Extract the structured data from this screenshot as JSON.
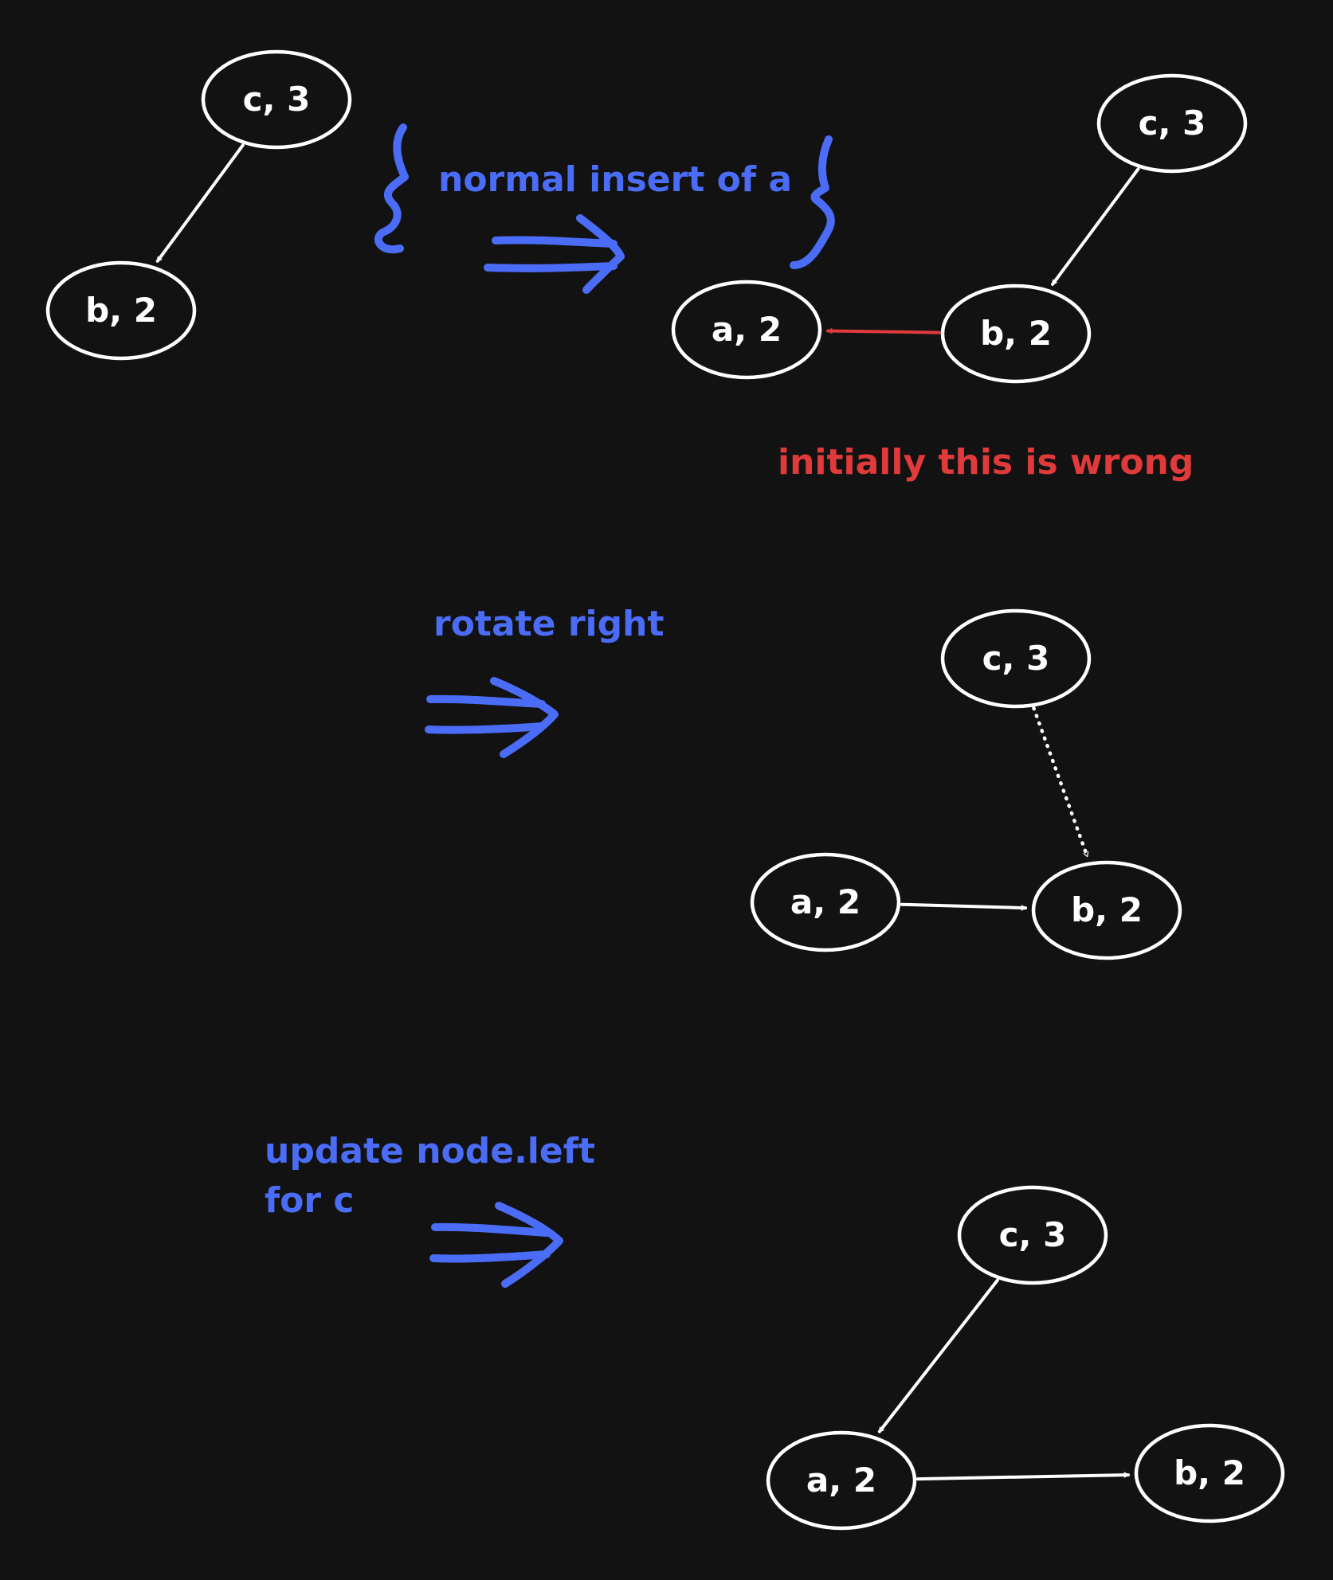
{
  "colors": {
    "background": "#121212",
    "node": "#ffffff",
    "annotation": "#4a6cf7",
    "warning": "#e03a3a"
  },
  "nodes": [
    {
      "id": "s1-c",
      "label": "c, 3"
    },
    {
      "id": "s1-b",
      "label": "b, 2"
    },
    {
      "id": "s2-c",
      "label": "c, 3"
    },
    {
      "id": "s2-a",
      "label": "a, 2"
    },
    {
      "id": "s2-b",
      "label": "b, 2"
    },
    {
      "id": "s3-c",
      "label": "c, 3"
    },
    {
      "id": "s3-a",
      "label": "a, 2"
    },
    {
      "id": "s3-b",
      "label": "b, 2"
    },
    {
      "id": "s4-c",
      "label": "c, 3"
    },
    {
      "id": "s4-a",
      "label": "a, 2"
    },
    {
      "id": "s4-b",
      "label": "b, 2"
    }
  ],
  "edges": [
    {
      "from": "s1-c",
      "to": "s1-b",
      "style": "solid",
      "color": "node"
    },
    {
      "from": "s2-c",
      "to": "s2-b",
      "style": "solid",
      "color": "node"
    },
    {
      "from": "s2-b",
      "to": "s2-a",
      "style": "solid",
      "color": "warning"
    },
    {
      "from": "s3-c",
      "to": "s3-b",
      "style": "dotted",
      "color": "node"
    },
    {
      "from": "s3-a",
      "to": "s3-b",
      "style": "solid",
      "color": "node"
    },
    {
      "from": "s4-c",
      "to": "s4-a",
      "style": "solid",
      "color": "node"
    },
    {
      "from": "s4-a",
      "to": "s4-b",
      "style": "solid",
      "color": "node"
    }
  ],
  "labels": {
    "normal_insert": "normal insert of a",
    "initially_wrong": "initially this is wrong",
    "rotate_right": "rotate right",
    "update_line1": "update node.left",
    "update_line2": "for c"
  }
}
